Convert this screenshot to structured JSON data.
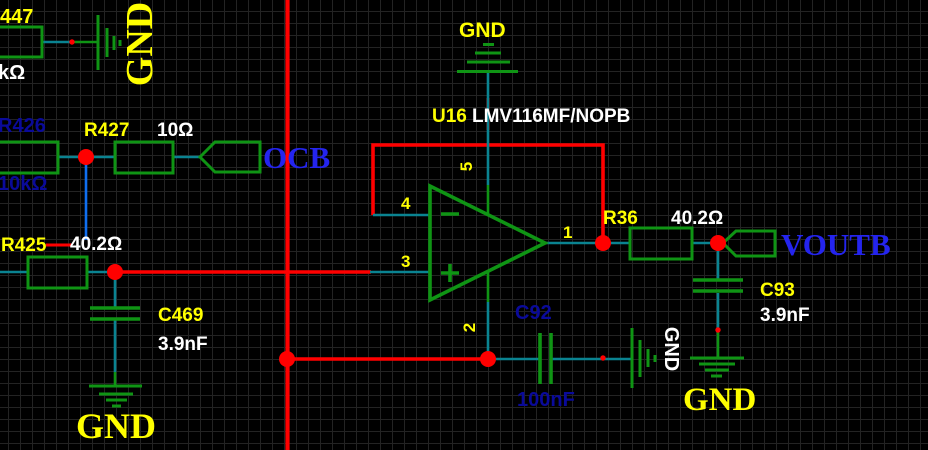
{
  "colors": {
    "wire-teal": "#0a8391",
    "wire-red": "#ff0000",
    "wire-blue": "#0f6ef0",
    "symbol-green": "#0f9414",
    "label-yellow": "#ffff00",
    "label-white": "#ffffff",
    "label-navy": "#0a0a9a",
    "net-blue": "#2424ee",
    "background": "#000000",
    "grid-line": "#232323"
  },
  "components": {
    "r447": {
      "ref": "447",
      "value": "kΩ"
    },
    "r426": {
      "ref": "R426",
      "value": "10kΩ"
    },
    "r427": {
      "ref": "R427",
      "value": "10Ω"
    },
    "r425": {
      "ref": "R425",
      "value": "40.2Ω"
    },
    "r36": {
      "ref": "R36",
      "value": "40.2Ω"
    },
    "c469": {
      "ref": "C469",
      "value": "3.9nF"
    },
    "c92": {
      "ref": "C92",
      "value": "100nF"
    },
    "c93": {
      "ref": "C93",
      "value": "3.9nF"
    },
    "u16": {
      "ref": "U16",
      "value": "LMV116MF/NOPB",
      "pins": {
        "p1": "1",
        "p2": "2",
        "p3": "3",
        "p4": "4",
        "p5": "5"
      }
    }
  },
  "net_labels": {
    "ocb": "OCB",
    "voutb": "VOUTB"
  },
  "gnd_labels": {
    "top_left": "GND",
    "top_middle": "GND",
    "bottom_left": "GND",
    "middle_white": "GND",
    "bottom_right": "GND"
  }
}
